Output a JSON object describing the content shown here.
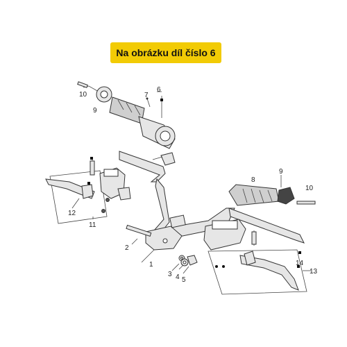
{
  "banner": {
    "text": "Na obrázku díl číslo 6"
  },
  "colors": {
    "banner": "#f2cb05",
    "parts": "#e6e6e6",
    "outline": "#333333"
  },
  "callouts": {
    "c1": "1",
    "c2": "2",
    "c3": "3",
    "c4": "4",
    "c5": "5",
    "c6": "6",
    "c7": "7",
    "c8": "8",
    "c9a": "9",
    "c9b": "9",
    "c10a": "10",
    "c10b": "10",
    "c11": "11",
    "c12": "12",
    "c13": "13",
    "c14": "14"
  }
}
